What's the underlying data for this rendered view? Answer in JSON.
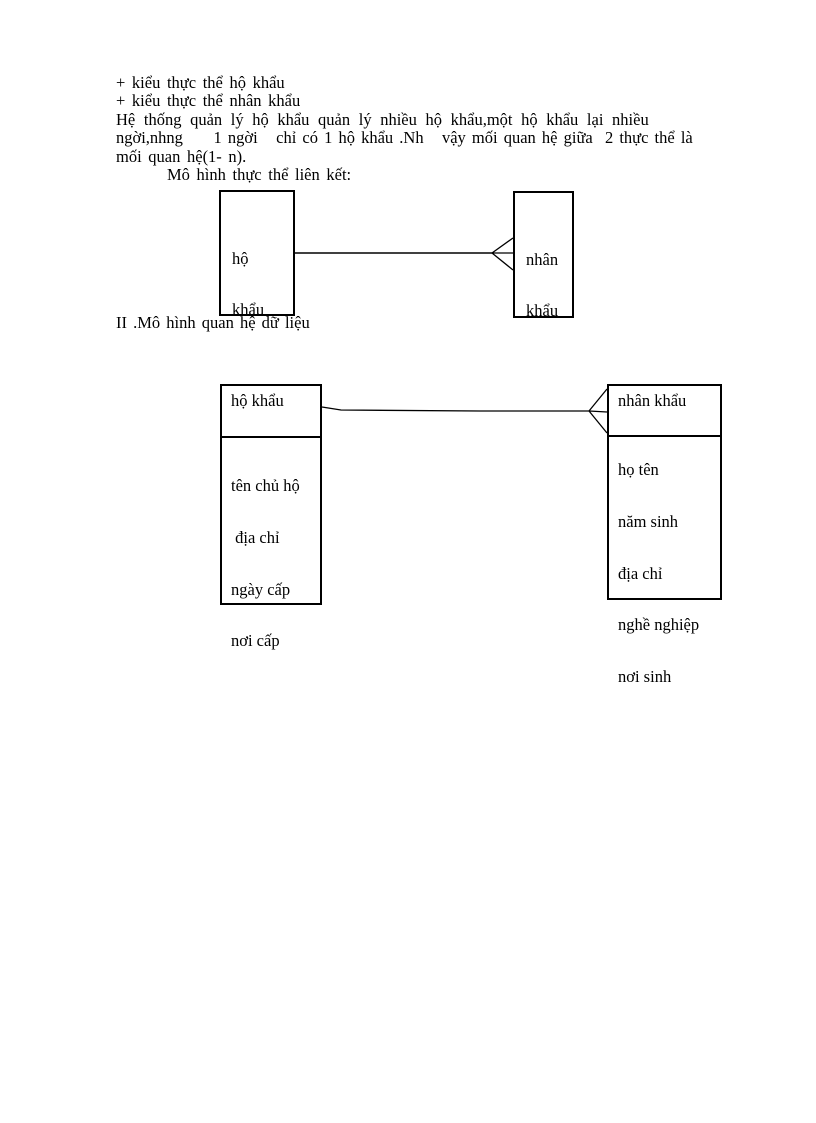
{
  "page": {
    "background": "#ffffff",
    "text_color": "#000000",
    "line_color": "#000000"
  },
  "paragraph": {
    "lines": [
      "+ kiểu thực thể hộ khẩu",
      "+ kiểu thực thể nhân khẩu",
      "Hệ thống quản lý hộ khẩu quản lý nhiều hộ khẩu,một hộ khẩu lại nhiều",
      "ngời,nhng     1 ngời   chỉ có 1 hộ khẩu .Nh   vậy mối quan hệ giữa  2 thực thể là",
      "mối quan hệ(1- n).",
      "Mô hình thực thể liên kết:"
    ]
  },
  "section2_title": "II .Mô hình quan hệ dữ liệu",
  "er_diagram": {
    "left_entity": {
      "line1": "hộ",
      "line2": "khẩu"
    },
    "right_entity": {
      "line1": "nhân",
      "line2": "khẩu"
    }
  },
  "relational_diagram": {
    "left_table": {
      "title": "hộ khẩu",
      "attributes": [
        "tên chủ hộ",
        " địa chỉ",
        "ngày cấp",
        "nơi cấp"
      ]
    },
    "right_table": {
      "title": "nhân khẩu",
      "attributes": [
        "họ tên",
        "năm sinh",
        "địa chỉ",
        "nghề nghiệp",
        "nơi sinh"
      ]
    }
  }
}
